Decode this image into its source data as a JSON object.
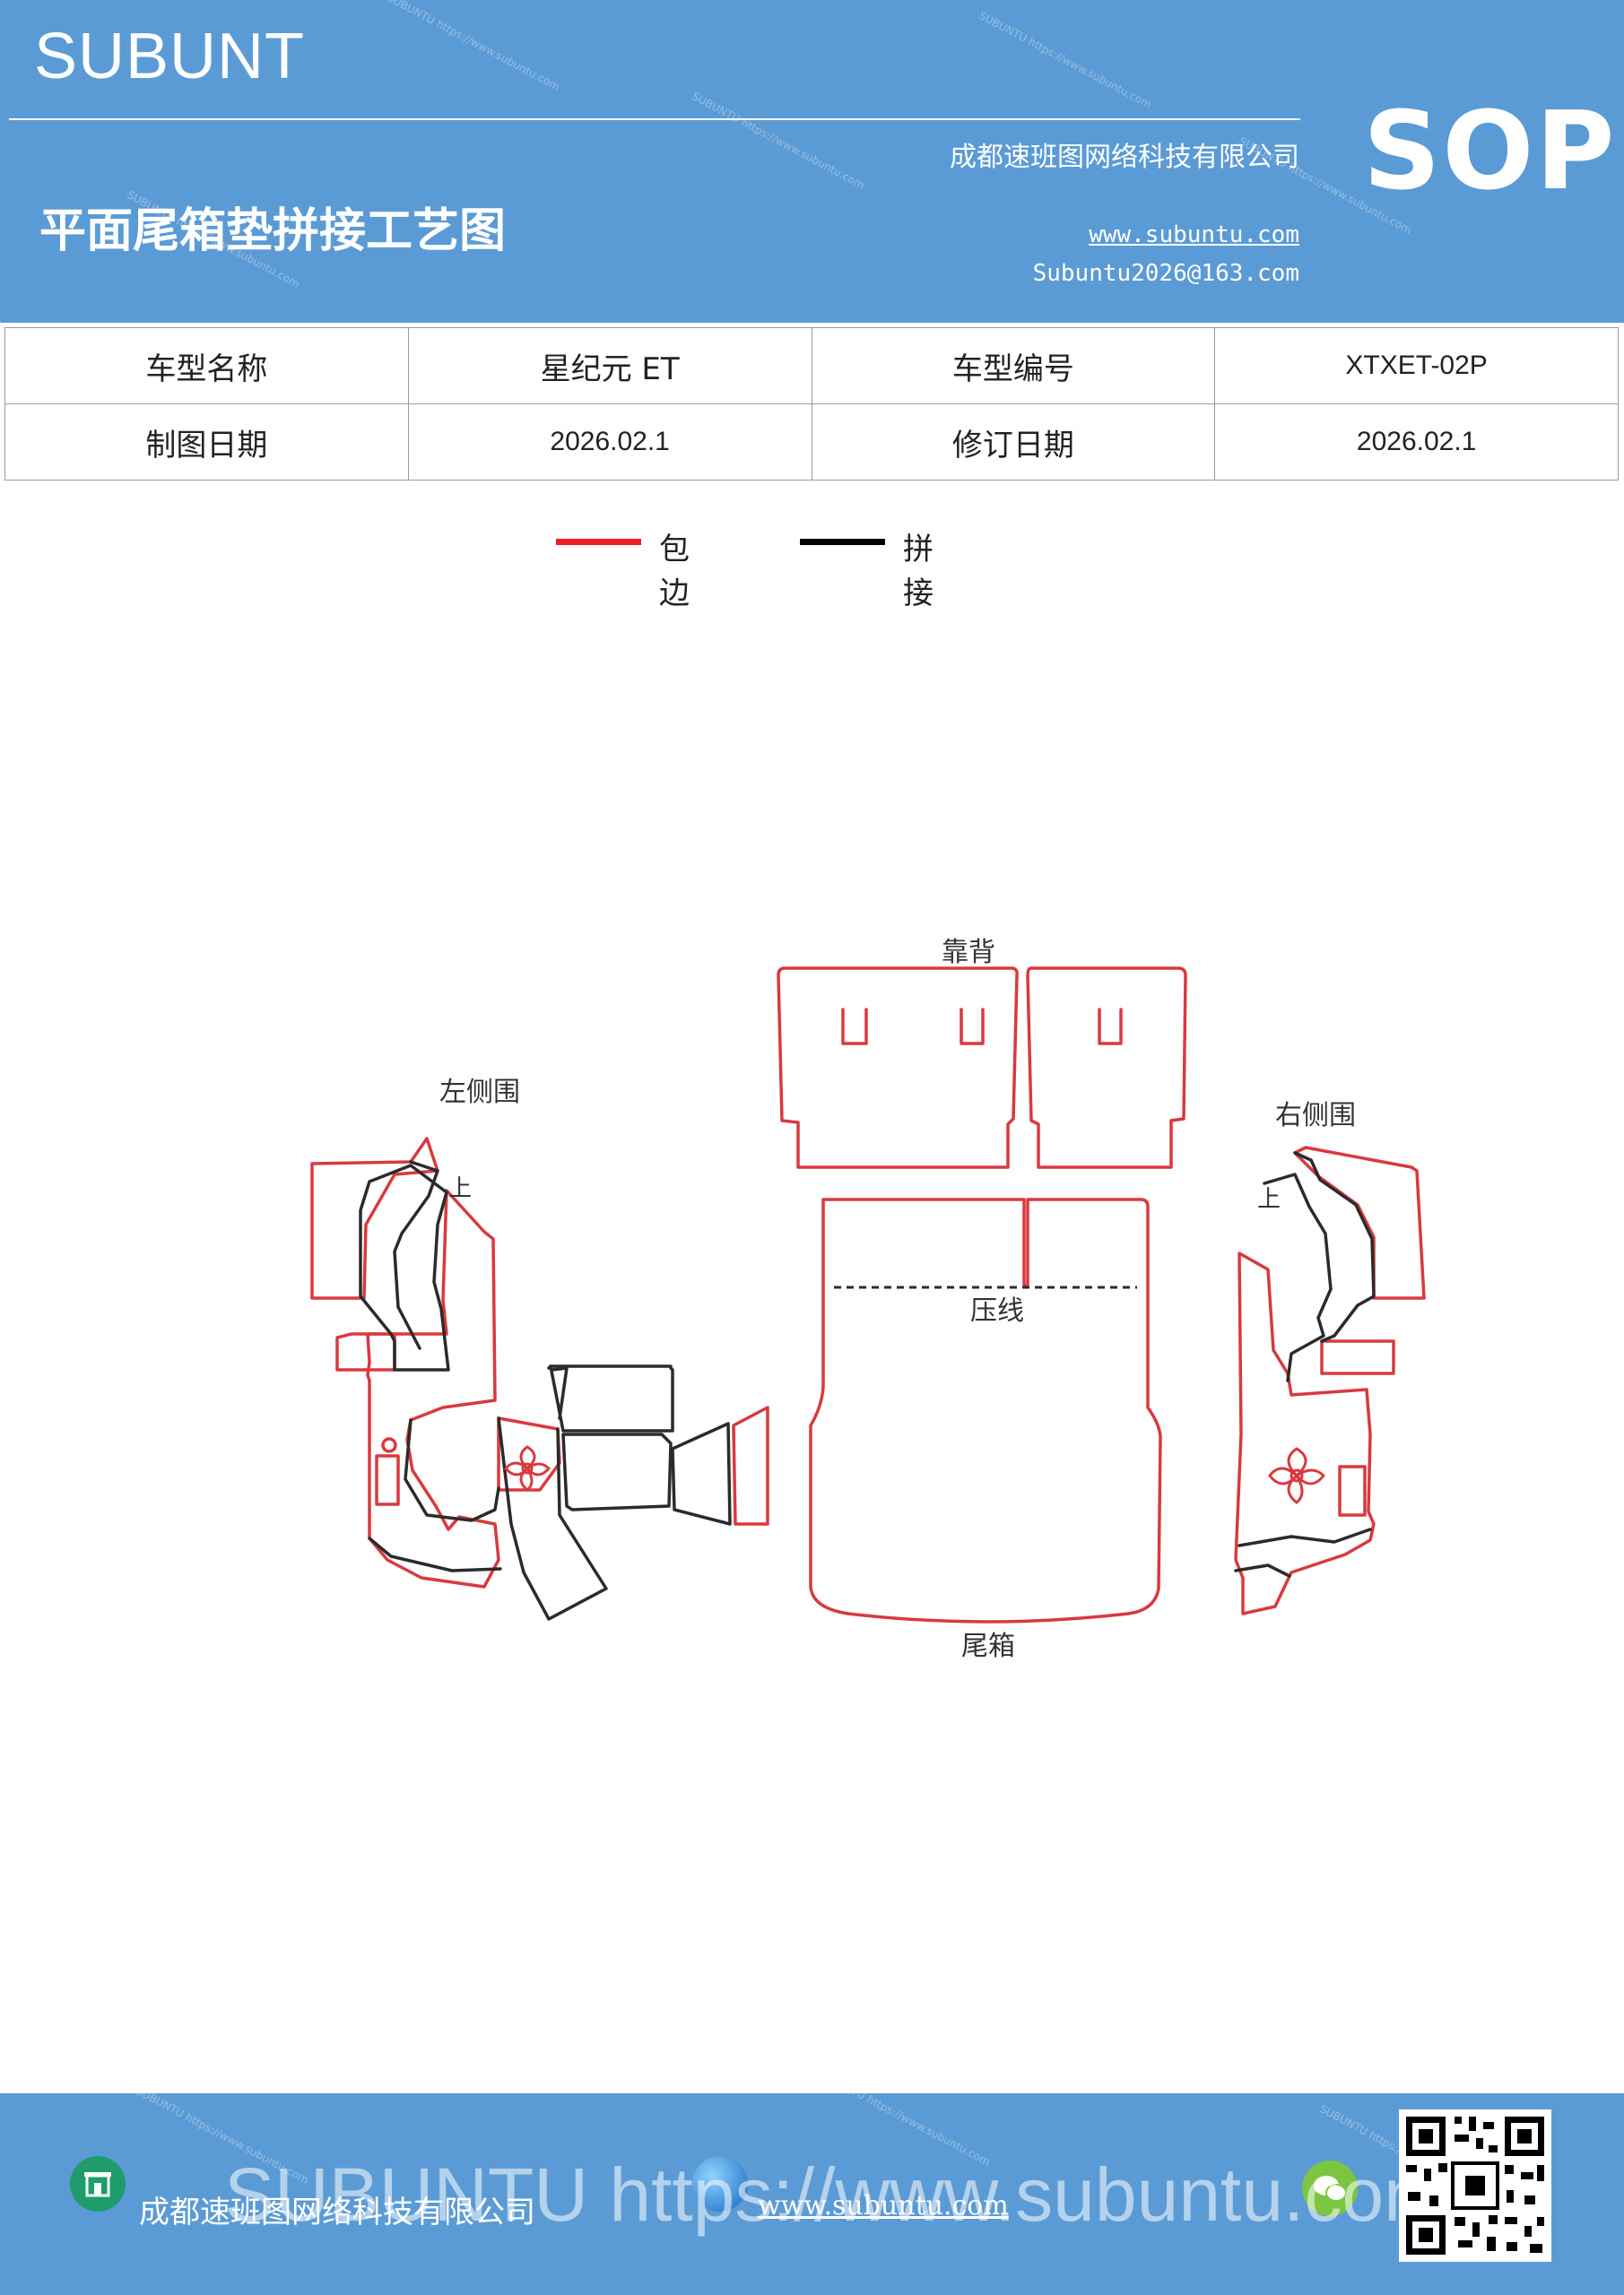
{
  "header": {
    "brand": "SUBUNT",
    "badge": "SOP",
    "company": "成都速班图网络科技有限公司",
    "title": "平面尾箱垫拼接工艺图",
    "website": "www.subuntu.com",
    "email": "Subuntu2026@163.com",
    "watermark_text": "SUBUNTU https://www.subuntu.com"
  },
  "info": {
    "row1": {
      "label1": "车型名称",
      "value1": "星纪元  ET",
      "label2": "车型编号",
      "value2": "XTXET-02P"
    },
    "row2": {
      "label1": "制图日期",
      "value1": "2026.02.1",
      "label2": "修订日期",
      "value2": "2026.02.1"
    }
  },
  "legend": {
    "items": [
      {
        "label": "包边",
        "color": "#ee1c24"
      },
      {
        "label": "拼接",
        "color": "#000000"
      }
    ]
  },
  "diagram": {
    "labels": {
      "back": "靠背",
      "left_side": "左侧围",
      "right_side": "右侧围",
      "press_line": "压线",
      "trunk": "尾箱",
      "up_left": "上",
      "up_right": "上"
    },
    "colors": {
      "edge": "#d9393f",
      "seam": "#2b2b2b"
    }
  },
  "footer": {
    "company": "成都速班图网络科技有限公司",
    "website": "www.subuntu.com",
    "overlay": "SUBUNTU https://www.subuntu.com"
  }
}
